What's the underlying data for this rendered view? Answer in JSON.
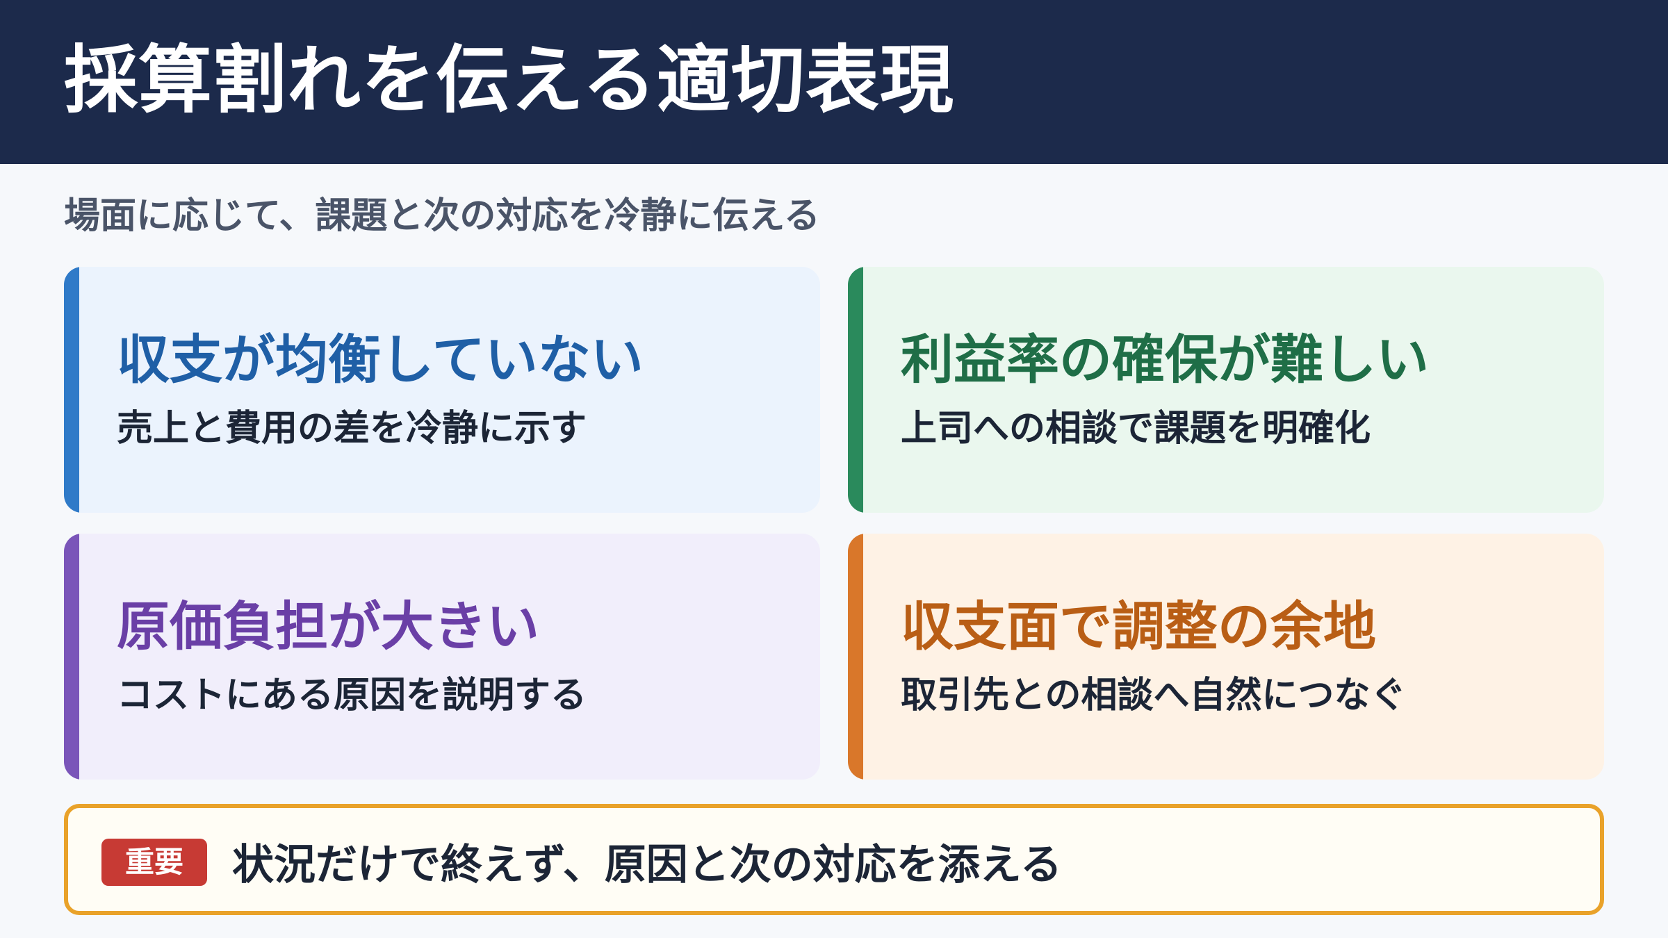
{
  "header": {
    "title": "採算割れを伝える適切表現"
  },
  "subtitle": "場面に応じて、課題と次の対応を冷静に伝える",
  "cards": [
    {
      "title": "収支が均衡していない",
      "description": "売上と費用の差を冷静に示す",
      "accent": "#2f7ac8",
      "title_color": "#1f5fa6",
      "background": "#ebf3fd"
    },
    {
      "title": "利益率の確保が難しい",
      "description": "上司への相談で課題を明確化",
      "accent": "#2a8a5c",
      "title_color": "#1f6e47",
      "background": "#eaf7ee"
    },
    {
      "title": "原価負担が大きい",
      "description": "コストにある原因を説明する",
      "accent": "#7a55b9",
      "title_color": "#6a3fa6",
      "background": "#f1eefb"
    },
    {
      "title": "収支面で調整の余地",
      "description": "取引先との相談へ自然につなぐ",
      "accent": "#d9772a",
      "title_color": "#b95e15",
      "background": "#fef2e5"
    }
  ],
  "note": {
    "badge": "重要",
    "text": "状況だけで終えず、原因と次の対応を添える",
    "border_color": "#e9a22a",
    "badge_color": "#c73a34"
  }
}
